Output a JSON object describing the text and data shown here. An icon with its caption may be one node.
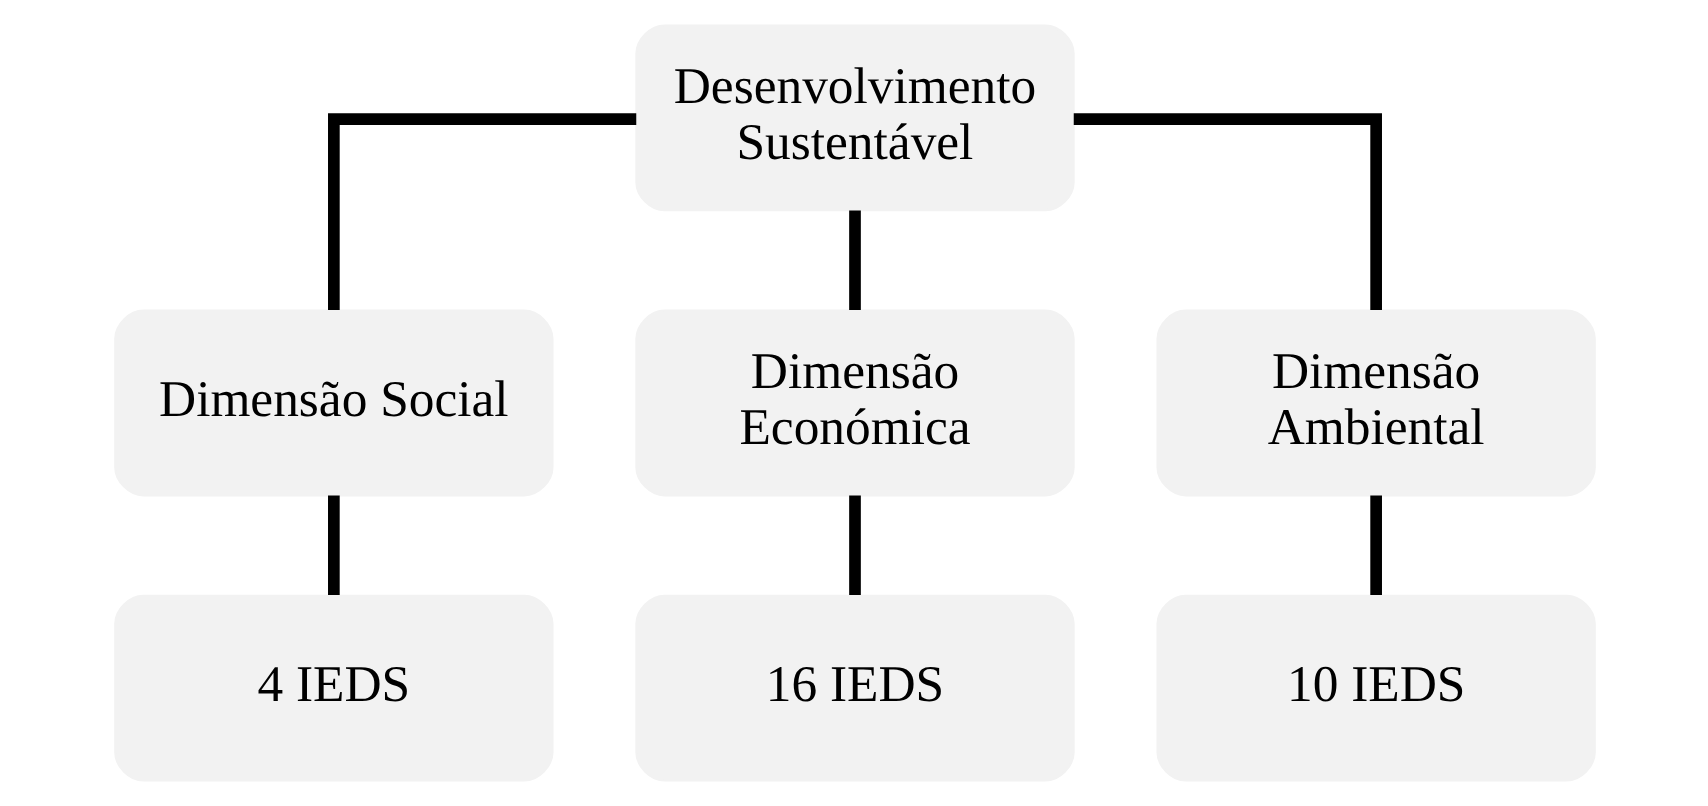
{
  "diagram": {
    "nodes": [
      {
        "text": [
          "Desenvolvimento Sustentável"
        ]
      },
      {
        "text": [
          "Dimensão Social"
        ]
      },
      {
        "text": [
          "Dimensão Económica"
        ]
      },
      {
        "text": [
          "Dimensão Ambiental"
        ]
      },
      {
        "text": [
          "4 IEDS"
        ]
      },
      {
        "text": [
          "16 IEDS"
        ]
      },
      {
        "text": [
          "10 IEDS"
        ]
      }
    ],
    "edges": [
      {
        "from": 0,
        "to": 1,
        "arrow": "none"
      },
      {
        "from": 0,
        "to": 2,
        "arrow": "none"
      },
      {
        "from": 0,
        "to": 3,
        "arrow": "none"
      },
      {
        "from": 1,
        "to": 4,
        "arrow": "none"
      },
      {
        "from": 2,
        "to": 5,
        "arrow": "none"
      },
      {
        "from": 3,
        "to": 6,
        "arrow": "none"
      }
    ]
  }
}
